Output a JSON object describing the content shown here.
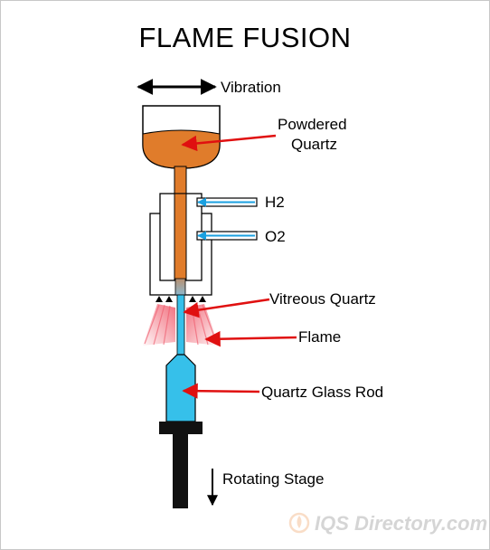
{
  "title": "FLAME FUSION",
  "labels": {
    "vibration": "Vibration",
    "powdered_quartz_line1": "Powdered",
    "powdered_quartz_line2": "Quartz",
    "h2": "H2",
    "o2": "O2",
    "vitreous_quartz": "Vitreous Quartz",
    "flame": "Flame",
    "quartz_glass_rod": "Quartz Glass Rod",
    "rotating_stage": "Rotating Stage"
  },
  "watermark": "IQS Directory.com",
  "colors": {
    "quartz_orange": "#e07c2b",
    "glass_blue": "#36c0ea",
    "arrow_red": "#e01010",
    "flame_pink": "#f06070",
    "gas_line_blue": "#1aa0e0",
    "stage_black": "#111111"
  }
}
